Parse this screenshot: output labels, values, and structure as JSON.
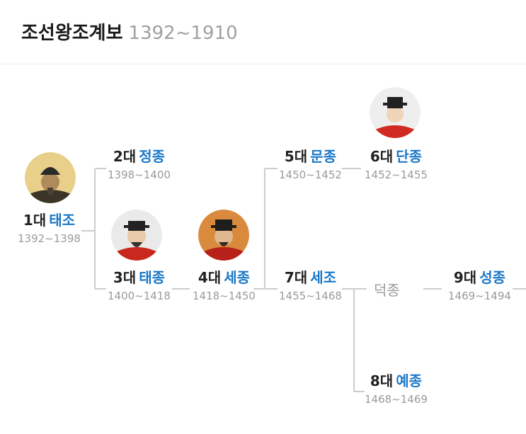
{
  "header": {
    "title": "조선왕조계보",
    "years": "1392~1910"
  },
  "kings": [
    {
      "ord": "1대",
      "name": "태조",
      "reign": "1392~1398"
    },
    {
      "ord": "2대",
      "name": "정종",
      "reign": "1398~1400"
    },
    {
      "ord": "3대",
      "name": "태종",
      "reign": "1400~1418"
    },
    {
      "ord": "4대",
      "name": "세종",
      "reign": "1418~1450"
    },
    {
      "ord": "5대",
      "name": "문종",
      "reign": "1450~1452"
    },
    {
      "ord": "6대",
      "name": "단종",
      "reign": "1452~1455"
    },
    {
      "ord": "7대",
      "name": "세조",
      "reign": "1455~1468"
    },
    {
      "ord": "8대",
      "name": "예종",
      "reign": "1468~1469"
    },
    {
      "ord": "9대",
      "name": "성종",
      "reign": "1469~1494"
    }
  ],
  "non_king": {
    "name": "덕종"
  },
  "colors": {
    "king_name": "#1a78c8",
    "line": "#cccccc"
  }
}
